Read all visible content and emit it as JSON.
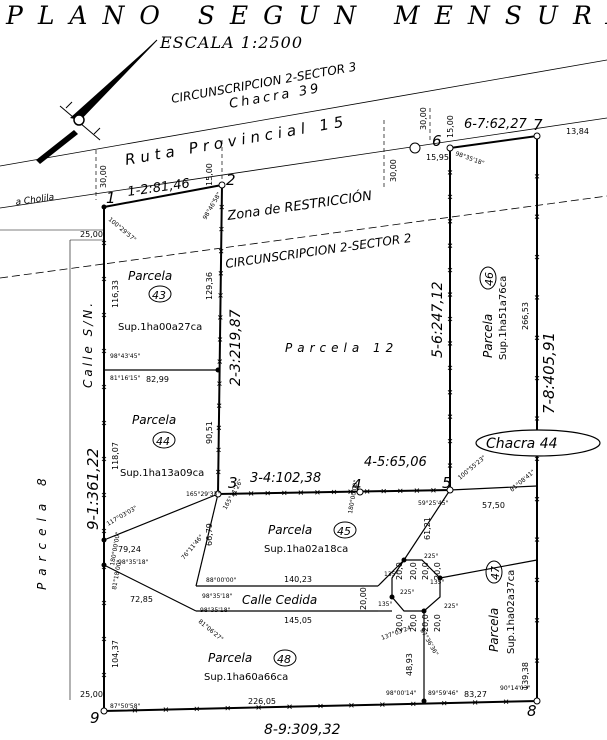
{
  "header": {
    "title": "PLANO SEGUN MENSURA",
    "scale": "ESCALA 1:2500"
  },
  "labels": {
    "circ_top": "CIRCUNSCRIPCION 2-SECTOR 3",
    "chacra_39": "Chacra 39",
    "ruta": "Ruta Provincial 15",
    "a_cholila": "a Cholila",
    "zona": "Zona de RESTRICCIÓN",
    "circ_mid": "CIRCUNSCRIPCION 2-SECTOR 2",
    "calle_sn": "Calle S/N.",
    "parcela_8": "Parcela 8",
    "parcela_12": "Parcela 12",
    "chacra_44": "Chacra 44",
    "calle_cedida": "Calle Cedida"
  },
  "parcels": {
    "p43": {
      "name": "Parcela",
      "num": "43",
      "sup": "Sup.1ha00a27ca"
    },
    "p44": {
      "name": "Parcela",
      "num": "44",
      "sup": "Sup.1ha13a09ca"
    },
    "p45": {
      "name": "Parcela",
      "num": "45",
      "sup": "Sup.1ha02a18ca"
    },
    "p46": {
      "name": "Parcela",
      "num": "46",
      "sup": "Sup.1ha51a76ca"
    },
    "p47": {
      "name": "Parcela",
      "num": "47",
      "sup": "Sup.1ha02a37ca"
    },
    "p48": {
      "name": "Parcela",
      "num": "48",
      "sup": "Sup.1ha60a66ca"
    }
  },
  "vertices": [
    "1",
    "2",
    "3",
    "4",
    "5",
    "6",
    "7",
    "8",
    "9"
  ],
  "sides": {
    "s12": "1-2:81,46",
    "s23": "2-3:219,87",
    "s34": "3-4:102,38",
    "s45": "4-5:65,06",
    "s56": "5-6:247,12",
    "s67": "6-7:62,27",
    "s78": "7-8:405,91",
    "s89": "8-9:309,32",
    "s91": "9-1:361,22"
  },
  "measures": [
    "30,00",
    "15,00",
    "30,00",
    "30,00",
    "15,00",
    "15,95",
    "13,84",
    "25,00",
    "116,33",
    "129,36",
    "82,99",
    "90,51",
    "118,07",
    "266,53",
    "57,50",
    "66,79",
    "79,24",
    "72,85",
    "140,23",
    "145,05",
    "61,21",
    "20,0",
    "20,0",
    "20,0",
    "20,0",
    "20,0",
    "20,0",
    "20,0",
    "20,0",
    "20,00",
    "139,38",
    "104,37",
    "48,93",
    "226,05",
    "83,27",
    "25,00"
  ],
  "angles": [
    "100°29'57\"",
    "98°46'58\"",
    "98°35'18\"",
    "98°43'45\"",
    "81°16'15\"",
    "165°29'33\"",
    "165°11'26\"",
    "180°00'00\"",
    "59°25'45\"",
    "100°55'23\"",
    "117°03'03\"",
    "98°35'18\"",
    "76°11'46\"",
    "180°00'00\"",
    "81°18'00\"",
    "88°00'00\"",
    "98°35'18\"",
    "98°35'18\"",
    "87°50'58\"",
    "89°59'46\"",
    "90°14'03\"",
    "135°",
    "225°",
    "135°",
    "225°",
    "135°",
    "225°",
    "137°03'24\"",
    "87°36'36\"",
    "98°00'14\"",
    "81°08'41\"",
    "81°06'27\""
  ]
}
